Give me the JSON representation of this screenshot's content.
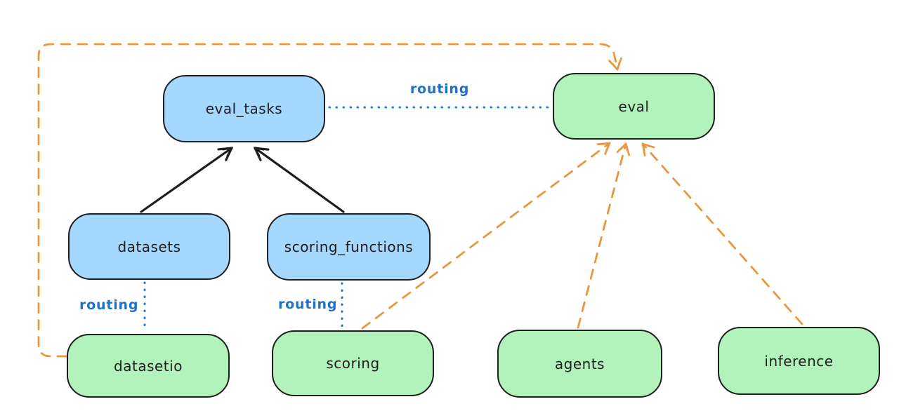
{
  "diagram": {
    "type": "architecture-flow-diagram",
    "background": "#ffffff",
    "colors": {
      "resource_fill_blue": "#a5d8ff",
      "api_fill_green": "#b2f2bb",
      "node_stroke": "#1e1e1e",
      "routing_blue": "#1f72c6",
      "provider_orange": "#e9973f"
    },
    "nodes": {
      "eval_tasks": {
        "label": "eval_tasks",
        "fill": "#a5d8ff"
      },
      "eval": {
        "label": "eval",
        "fill": "#b2f2bb"
      },
      "datasets": {
        "label": "datasets",
        "fill": "#a5d8ff"
      },
      "scoring_functions": {
        "label": "scoring_functions",
        "fill": "#a5d8ff"
      },
      "datasetio": {
        "label": "datasetio",
        "fill": "#b2f2bb"
      },
      "scoring": {
        "label": "scoring",
        "fill": "#b2f2bb"
      },
      "agents": {
        "label": "agents",
        "fill": "#b2f2bb"
      },
      "inference": {
        "label": "inference",
        "fill": "#b2f2bb"
      }
    },
    "edges": {
      "datasets_to_eval_tasks": {
        "from": "datasets",
        "to": "eval_tasks",
        "style": "solid",
        "color": "#1e1e1e",
        "arrow": true
      },
      "scoring_functions_to_eval_tasks": {
        "from": "scoring_functions",
        "to": "eval_tasks",
        "style": "solid",
        "color": "#1e1e1e",
        "arrow": true
      },
      "eval_tasks_to_eval": {
        "from": "eval_tasks",
        "to": "eval",
        "style": "dotted",
        "color": "#1f72c6",
        "arrow": false,
        "label": "routing"
      },
      "datasets_to_datasetio": {
        "from": "datasets",
        "to": "datasetio",
        "style": "dotted",
        "color": "#1f72c6",
        "arrow": false,
        "label": "routing"
      },
      "scoring_functions_to_scoring": {
        "from": "scoring_functions",
        "to": "scoring",
        "style": "dotted",
        "color": "#1f72c6",
        "arrow": false,
        "label": "routing"
      },
      "scoring_to_eval": {
        "from": "scoring",
        "to": "eval",
        "style": "dashed",
        "color": "#e9973f",
        "arrow": true
      },
      "agents_to_eval": {
        "from": "agents",
        "to": "eval",
        "style": "dashed",
        "color": "#e9973f",
        "arrow": true
      },
      "inference_to_eval": {
        "from": "inference",
        "to": "eval",
        "style": "dashed",
        "color": "#e9973f",
        "arrow": true
      },
      "datasetio_to_eval": {
        "from": "datasetio",
        "to": "eval",
        "style": "dashed",
        "color": "#e9973f",
        "arrow": true,
        "route": "left-edge-loop-over-top"
      }
    }
  }
}
